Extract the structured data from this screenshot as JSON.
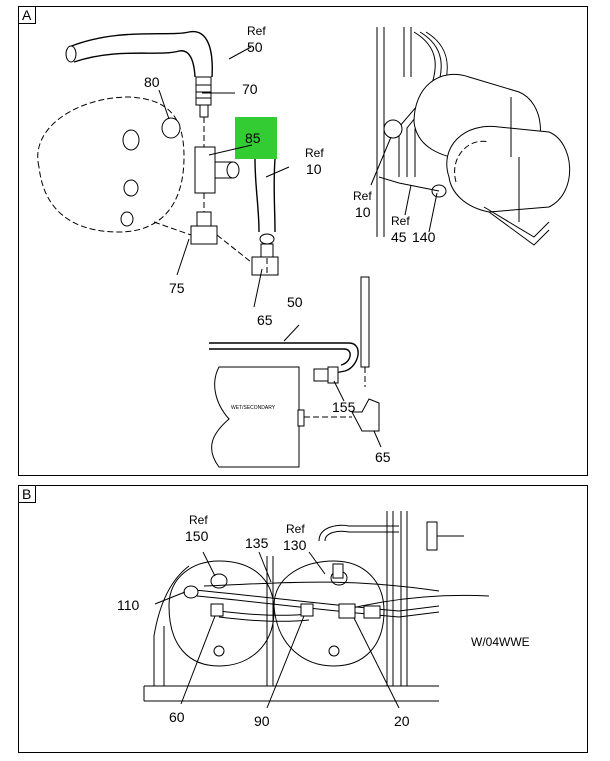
{
  "panels": {
    "a": {
      "tag": "A",
      "callouts": {
        "ref50": {
          "ref": "Ref",
          "num": "50"
        },
        "n70": "70",
        "n80": "80",
        "n85": "85",
        "ref10_top": {
          "ref": "Ref",
          "num": "10"
        },
        "n75": "75",
        "n65_left": "65",
        "ref10_right": {
          "ref": "Ref",
          "num": "10"
        },
        "ref45": {
          "ref": "Ref",
          "num": "45"
        },
        "n140": "140",
        "n50": "50",
        "n155": "155",
        "n65_bottom": "65"
      },
      "tank_label": "WET/SECONDARY",
      "highlight_color": "#33cc33"
    },
    "b": {
      "tag": "B",
      "callouts": {
        "ref150": {
          "ref": "Ref",
          "num": "150"
        },
        "n135": "135",
        "ref130": {
          "ref": "Ref",
          "num": "130"
        },
        "n110": "110",
        "n60": "60",
        "n90": "90",
        "n20": "20"
      },
      "drawing_code": "W/04WWE"
    }
  }
}
